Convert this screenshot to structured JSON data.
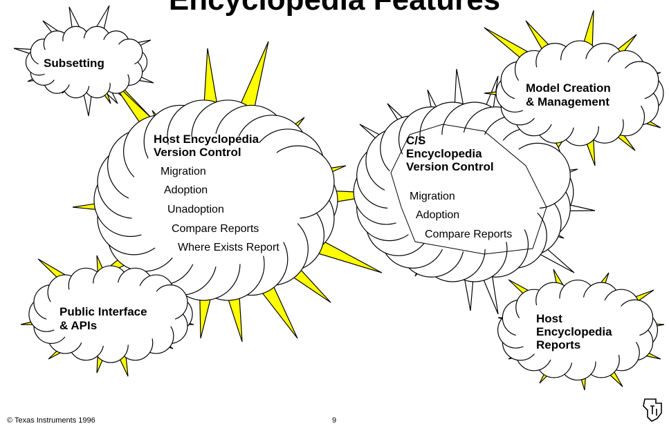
{
  "title": "Encyclopedia Features",
  "clouds": {
    "subsetting": {
      "label": "Subsetting"
    },
    "model": {
      "line1": "Model Creation",
      "line2": "& Management"
    },
    "host_vc": {
      "line1": "Host Encyclopedia",
      "line2": "Version Control",
      "items": [
        "Migration",
        "Adoption",
        "Unadoption",
        "Compare Reports",
        "Where Exists Report"
      ]
    },
    "cs_vc": {
      "line1": "C/S",
      "line2": "Encyclopedia",
      "line3": "Version Control",
      "items": [
        "Migration",
        "Adoption",
        "Compare Reports"
      ]
    },
    "public": {
      "line1": "Public Interface",
      "line2": "& APIs"
    },
    "host_reports": {
      "line1": "Host",
      "line2": "Encyclopedia",
      "line3": "Reports"
    }
  },
  "footer": {
    "copyright": "© Texas Instruments 1996",
    "page": "9"
  },
  "logo": "texas-instruments-logo",
  "colors": {
    "burst_fill": "#ffff00",
    "cloud_fill": "#ffffff",
    "outline": "#000000"
  }
}
